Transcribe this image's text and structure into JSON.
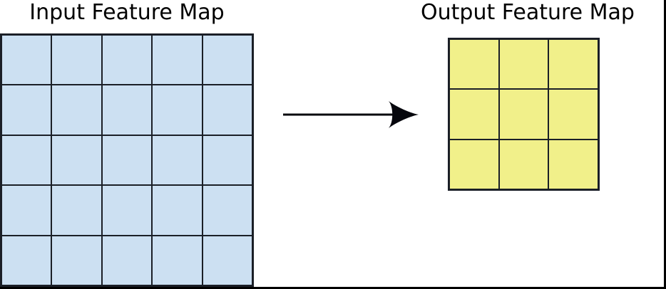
{
  "diagram": {
    "input_map": {
      "title": "Input Feature Map",
      "rows": 5,
      "cols": 5,
      "cell_color": "#cce0f2"
    },
    "output_map": {
      "title": "Output Feature Map",
      "rows": 3,
      "cols": 3,
      "cell_color": "#f1f08a"
    },
    "arrow": {
      "direction": "right",
      "color": "#06070d"
    },
    "grid_line_color": "#1b1f27",
    "frame_color": "#000000",
    "background_color": "#ffffff"
  }
}
